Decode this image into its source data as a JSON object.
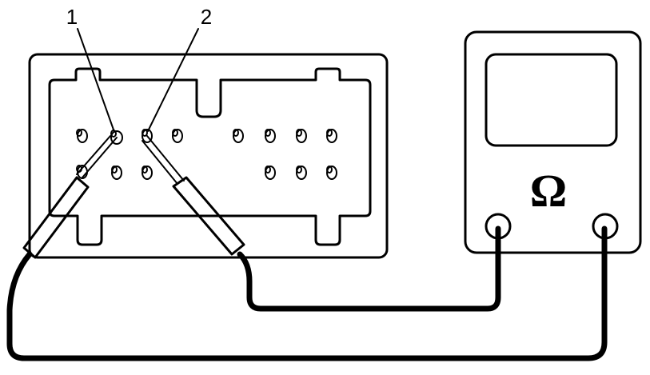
{
  "labels": {
    "callout_1": "1",
    "callout_2": "2"
  },
  "meter": {
    "unit_symbol": "Ω"
  },
  "colors": {
    "line": "#000000",
    "background": "#ffffff"
  }
}
